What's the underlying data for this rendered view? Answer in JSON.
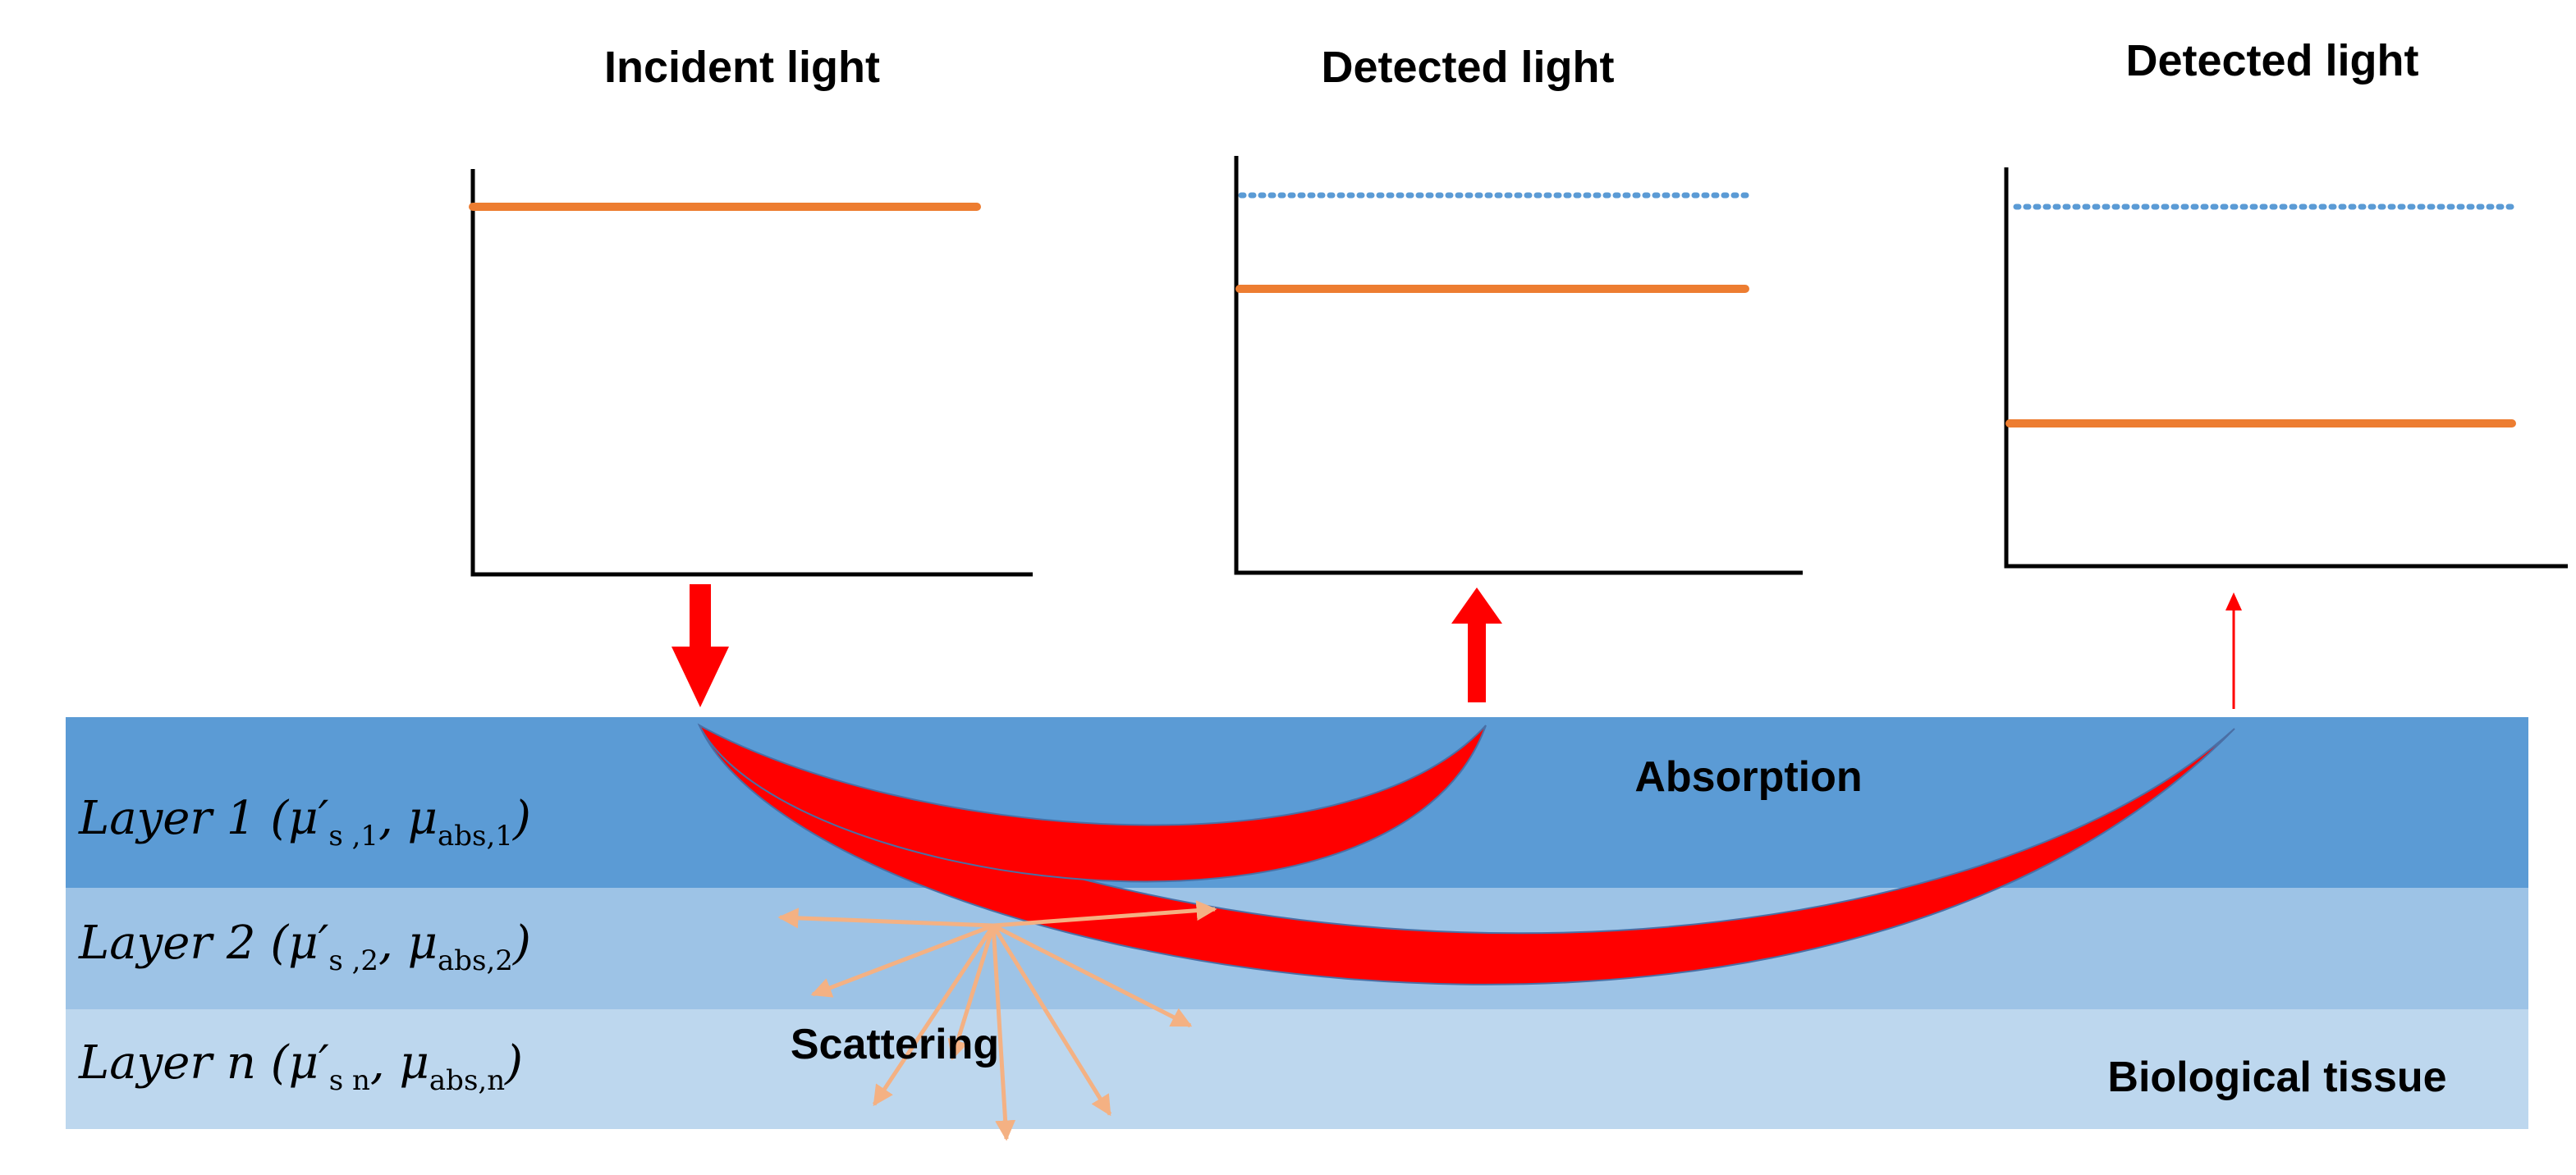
{
  "titles": {
    "incident": "Incident light",
    "detected_1": "Detected light",
    "detected_2": "Detected light"
  },
  "labels": {
    "absorption": "Absorption",
    "scattering": "Scattering",
    "tissue": "Biological tissue"
  },
  "layers": [
    {
      "name": "Layer 1 (μ′",
      "sub1": "s ,1",
      "mid": ", μ",
      "sub2": "abs,1",
      "close": ")"
    },
    {
      "name": "Layer 2 (μ′",
      "sub1": "s ,2",
      "mid": ", μ",
      "sub2": "abs,2",
      "close": ")"
    },
    {
      "name": "Layer n (μ′",
      "sub1": "s n",
      "mid": ", μ",
      "sub2": "abs,n",
      "close": ")"
    }
  ],
  "colors": {
    "layer1": "#5b9bd5",
    "layer2": "#9dc3e6",
    "layer3": "#bdd7ee",
    "light_path": "#ff0000",
    "intensity_line": "#ed7d31",
    "reference_line": "#5b9bd5",
    "scatter_arrows": "#f4b183"
  },
  "icons": {
    "incident_arrow": "down-arrow-icon",
    "detected_arrow_1": "up-arrow-icon",
    "detected_arrow_2": "thin-up-arrow-icon"
  },
  "plots": [
    {
      "intensity": 1.0,
      "reference": null
    },
    {
      "intensity": 0.78,
      "reference": 1.0
    },
    {
      "intensity": 0.38,
      "reference": 1.0
    }
  ]
}
